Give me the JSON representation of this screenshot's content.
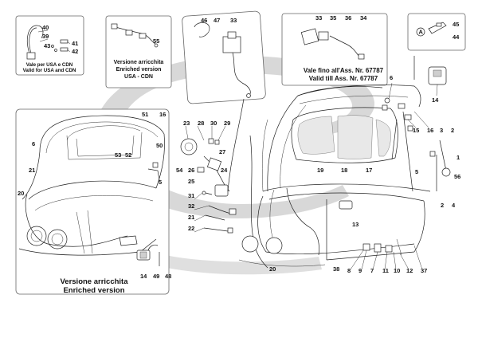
{
  "captions": {
    "usa_cdn_it": "Vale per USA e CDN",
    "usa_cdn_en": "Valid for USA and CDN",
    "enriched_usa_it": "Versione arricchita",
    "enriched_usa_en": "Enriched version",
    "enriched_usa_market": "USA - CDN",
    "valid_until_it": "Vale fino all'Ass. Nr. 67787",
    "valid_until_en": "Valid till Ass. Nr. 67787",
    "enriched_main_it": "Versione arricchita",
    "enriched_main_en": "Enriched version"
  },
  "callouts": {
    "c40": "40",
    "c39": "39",
    "c43": "43",
    "c41": "41",
    "c42": "42",
    "c55": "55",
    "c46": "46",
    "c47": "47",
    "c33a": "33",
    "c33b": "33",
    "c35": "35",
    "c36": "36",
    "c34": "34",
    "c45": "45",
    "c44": "44",
    "cA": "A",
    "c14a": "14",
    "c51": "51",
    "c16a": "16",
    "c50": "50",
    "c53": "53",
    "c52": "52",
    "c6a": "6",
    "c21a": "21",
    "c20a": "20",
    "c5a": "5",
    "c14b": "14",
    "c49": "49",
    "c48": "48",
    "c23": "23",
    "c28": "28",
    "c30": "30",
    "c29": "29",
    "c27": "27",
    "c54": "54",
    "c26": "26",
    "c24": "24",
    "c25": "25",
    "c31": "31",
    "c32": "32",
    "c21b": "21",
    "c22": "22",
    "c20b": "20",
    "c6b": "6",
    "c15": "15",
    "c16b": "16",
    "c3": "3",
    "c2a": "2",
    "c1": "1",
    "c5b": "5",
    "c56": "56",
    "c2b": "2",
    "c4": "4",
    "c19": "19",
    "c18": "18",
    "c17": "17",
    "c13": "13",
    "c38": "38",
    "c8": "8",
    "c9": "9",
    "c7": "7",
    "c11": "11",
    "c10": "10",
    "c12": "12",
    "c37": "37"
  }
}
